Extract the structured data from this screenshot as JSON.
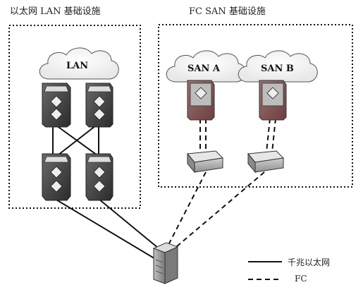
{
  "groups": {
    "lan_title": "以太网 LAN 基础设施",
    "san_title": "FC SAN 基础设施"
  },
  "clouds": {
    "lan": "LAN",
    "san_a": "SAN A",
    "san_b": "SAN B"
  },
  "legend": {
    "ethernet": "千兆以太网",
    "fc": "FC"
  },
  "colors": {
    "line": "#111111",
    "device_dark": "#4a4a4a",
    "san_switch": "#8a5a5a",
    "fc_switch": "#b0b0b0",
    "server": "#9a9a9a"
  }
}
